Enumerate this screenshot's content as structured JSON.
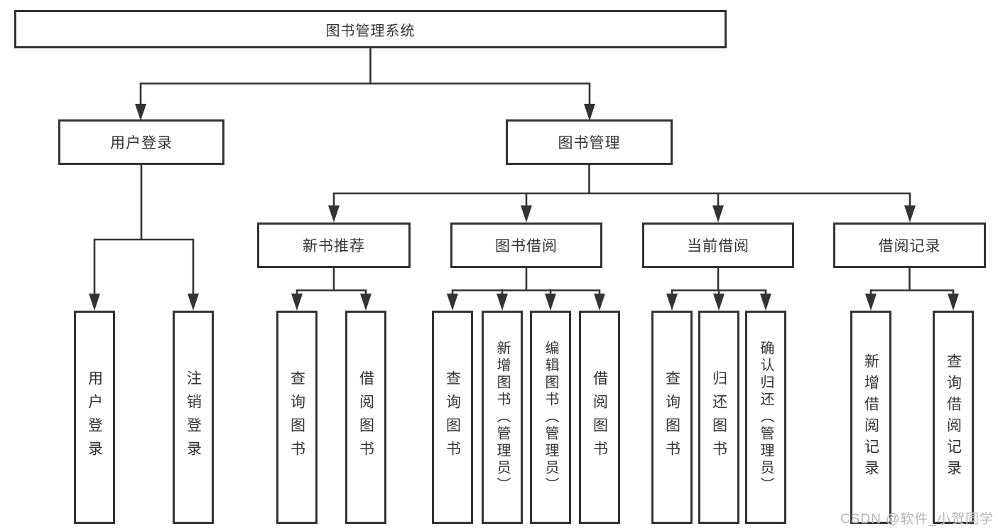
{
  "tree": {
    "root": {
      "label": "图书管理系统"
    },
    "level2": [
      {
        "label": "用户登录"
      },
      {
        "label": "图书管理"
      }
    ],
    "level3": [
      {
        "label": "新书推荐",
        "parent": "图书管理"
      },
      {
        "label": "图书借阅",
        "parent": "图书管理"
      },
      {
        "label": "当前借阅",
        "parent": "图书管理"
      },
      {
        "label": "借阅记录",
        "parent": "图书管理"
      }
    ],
    "leaves": [
      {
        "label": "用户登录",
        "parent": "用户登录"
      },
      {
        "label": "注销登录",
        "parent": "用户登录"
      },
      {
        "label": "查询图书",
        "parent": "新书推荐"
      },
      {
        "label": "借阅图书",
        "parent": "新书推荐"
      },
      {
        "label": "查询图书",
        "parent": "图书借阅"
      },
      {
        "label": "新增图书（管理员）",
        "parent": "图书借阅"
      },
      {
        "label": "编辑图书（管理员）",
        "parent": "图书借阅"
      },
      {
        "label": "借阅图书",
        "parent": "图书借阅"
      },
      {
        "label": "查询图书",
        "parent": "当前借阅"
      },
      {
        "label": "归还图书",
        "parent": "当前借阅"
      },
      {
        "label": "确认归还（管理员）",
        "parent": "当前借阅"
      },
      {
        "label": "新增借阅记录",
        "parent": "借阅记录"
      },
      {
        "label": "查询借阅记录",
        "parent": "借阅记录"
      }
    ]
  },
  "watermark": {
    "text": "CSDN @软件_小贺同学"
  },
  "colors": {
    "line": "#333333",
    "text": "#333333",
    "box_fill": "#ffffff",
    "background": "#ffffff",
    "watermark": "#b5b5b5"
  }
}
